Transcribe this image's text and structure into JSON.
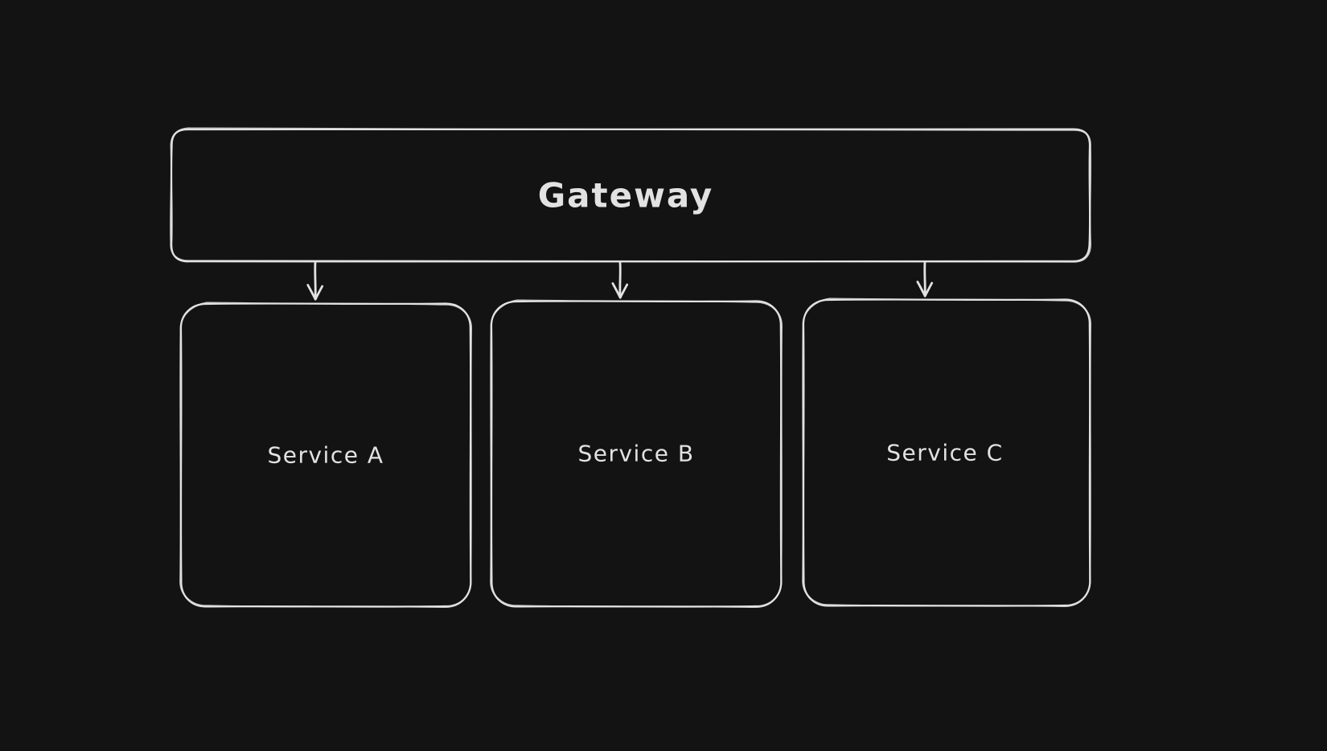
{
  "app": {
    "background": "#131313"
  },
  "theme": {
    "stroke": "#e2e2e2",
    "text": "#e2e2e2"
  },
  "diagram": {
    "type": "flowchart",
    "style": "hand-drawn",
    "nodes": [
      {
        "id": "gateway",
        "label": "Gateway"
      },
      {
        "id": "service-a",
        "label": "Service A"
      },
      {
        "id": "service-b",
        "label": "Service B"
      },
      {
        "id": "service-c",
        "label": "Service C"
      }
    ],
    "edges": [
      {
        "from": "gateway",
        "to": "service-a",
        "arrow": "down"
      },
      {
        "from": "gateway",
        "to": "service-b",
        "arrow": "down"
      },
      {
        "from": "gateway",
        "to": "service-c",
        "arrow": "down"
      }
    ]
  }
}
